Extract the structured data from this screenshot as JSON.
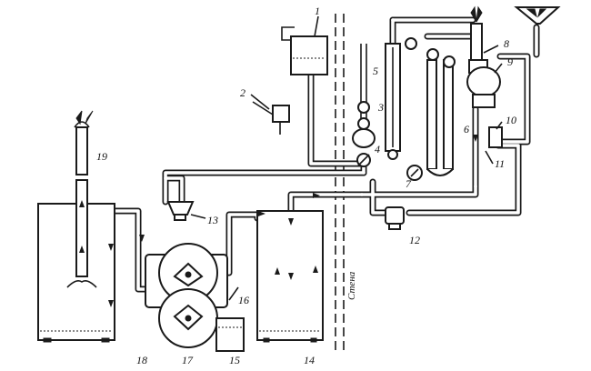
{
  "diagram": {
    "callouts": [
      {
        "id": "1",
        "label": "1"
      },
      {
        "id": "2",
        "label": "2"
      },
      {
        "id": "3",
        "label": "3"
      },
      {
        "id": "4",
        "label": "4"
      },
      {
        "id": "5",
        "label": "5"
      },
      {
        "id": "6",
        "label": "6"
      },
      {
        "id": "7",
        "label": "7"
      },
      {
        "id": "8",
        "label": "8"
      },
      {
        "id": "9",
        "label": "9"
      },
      {
        "id": "10",
        "label": "10"
      },
      {
        "id": "11",
        "label": "11"
      },
      {
        "id": "12",
        "label": "12"
      },
      {
        "id": "13",
        "label": "13"
      },
      {
        "id": "14",
        "label": "14"
      },
      {
        "id": "15",
        "label": "15"
      },
      {
        "id": "16",
        "label": "16"
      },
      {
        "id": "17",
        "label": "17"
      },
      {
        "id": "18",
        "label": "18"
      },
      {
        "id": "19",
        "label": "19"
      }
    ],
    "wall_label": "Стена"
  },
  "colors": {
    "ink": "#1a1a1a",
    "paper": "#ffffff"
  }
}
